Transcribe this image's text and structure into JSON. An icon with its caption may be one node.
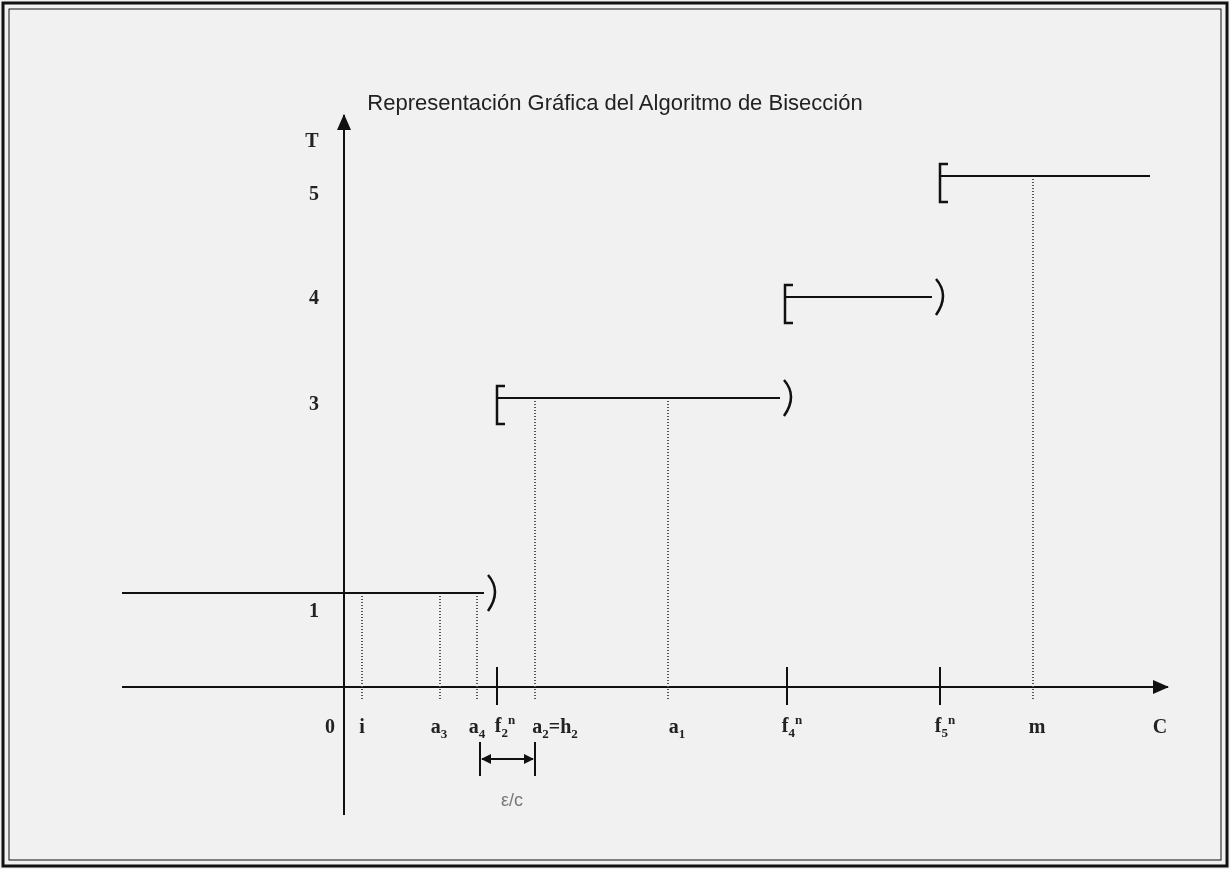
{
  "diagram": {
    "title": "Representación Gráfica del Algoritmo de Bisección",
    "labels": [
      "T",
      "5",
      "4",
      "3",
      "1",
      "0",
      "i",
      "a$_{3}$",
      "a$_{4}$",
      "f$_{2}$$^{n}$",
      "a$_{2}$=h$_{2}$",
      "a$_{1}$",
      "f$_{4}$$^{n}$",
      "f$_{5}$$^{n}$",
      "m",
      "C",
      "ε/c"
    ]
  }
}
